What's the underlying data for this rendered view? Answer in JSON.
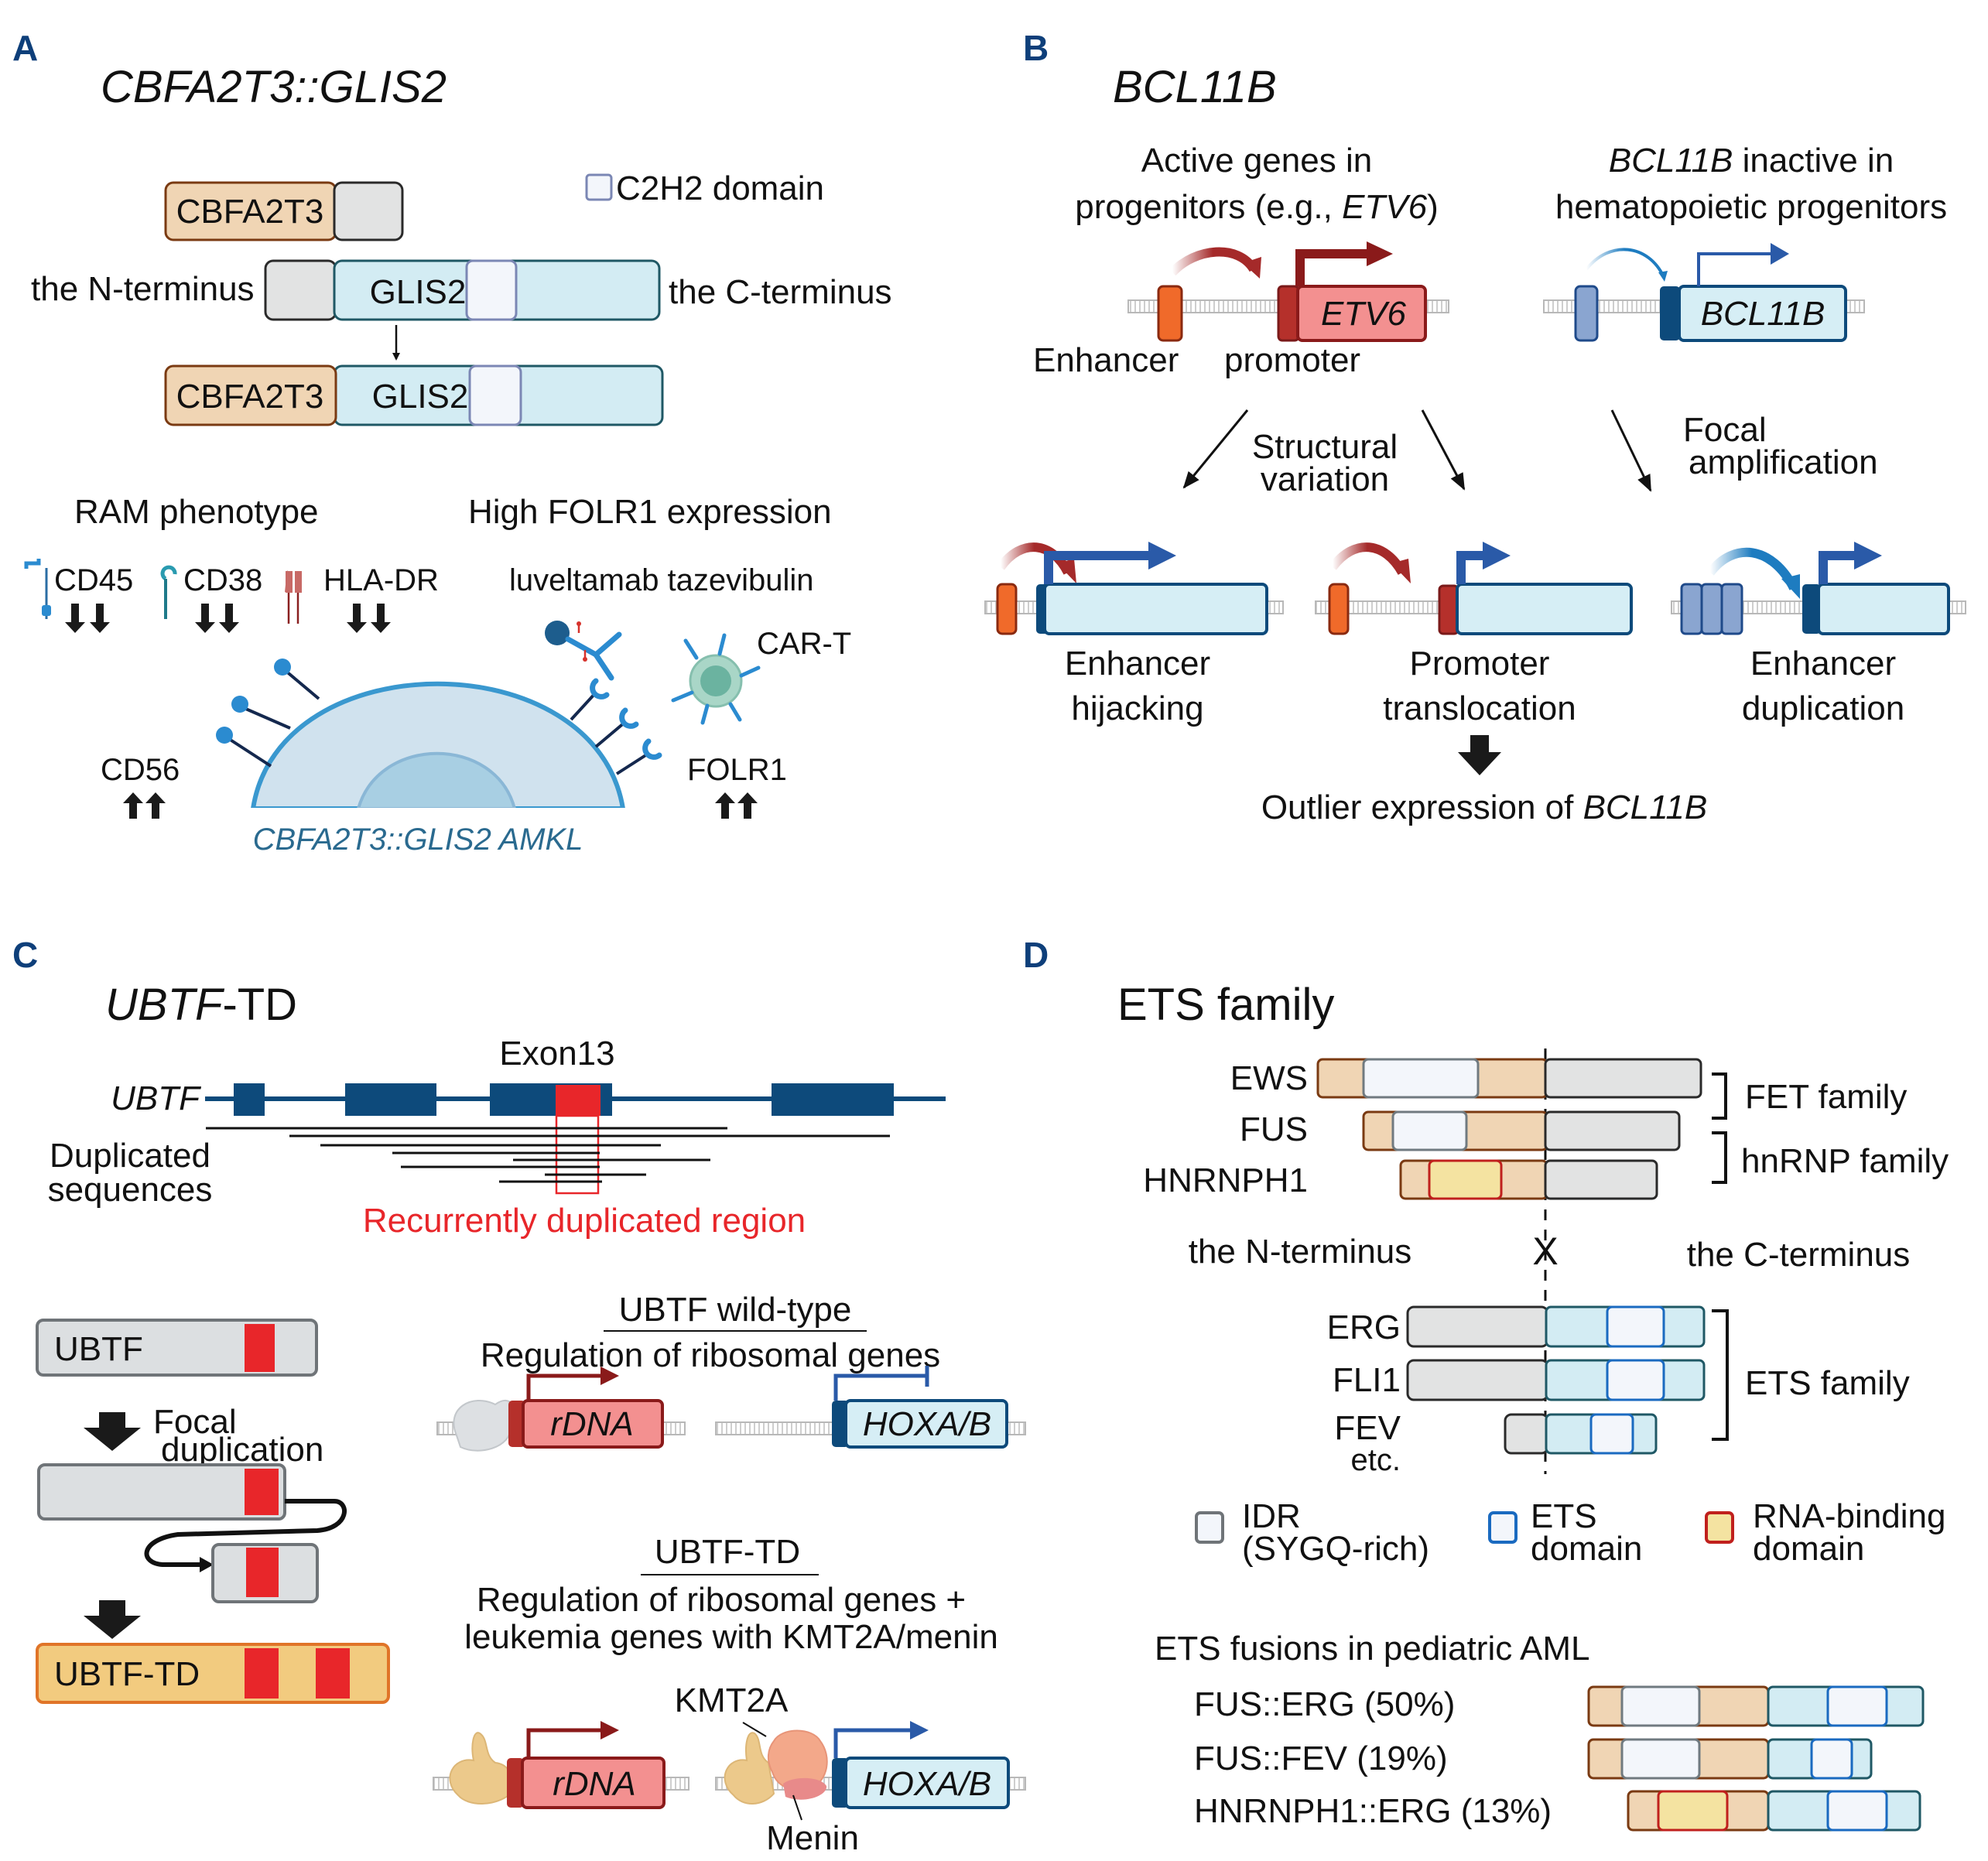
{
  "colors": {
    "panel_letter": "#0e3f7a",
    "cbfa_fill": "#f0d5b4",
    "cbfa_stroke": "#7a3a12",
    "idr_fill": "#e2e3e3",
    "idr_stroke": "#2a2a2a",
    "glis_fill": "#d3ecf3",
    "glis_stroke": "#1f5865",
    "c2h2_fill": "#f3f6fb",
    "c2h2_stroke": "#7b87b4",
    "enhancer_orange": "#f06a2a",
    "promoter_red": "#b5302b",
    "etv6_fill": "#f39090",
    "dark_blue": "#0d4a7b",
    "light_blue_gene": "#d6eef5",
    "arrow_blue": "#2a5aa8",
    "duplication_red": "#e8262a",
    "ubtf_td_fill": "#f2cb7f",
    "ubtf_td_stroke": "#e07428",
    "ets_stroke": "#1a6ac0",
    "rna_fill": "#f4e3a1",
    "rna_stroke": "#c0201d",
    "cell_fill": "#d0e2ee",
    "cell_stroke": "#3a98cf",
    "nucleus_fill": "#a8cfe3"
  },
  "panelA": {
    "letter": "A",
    "title": "CBFA2T3::GLIS2",
    "legend_c2h2": "C2H2 domain",
    "cbfa2t3": "CBFA2T3",
    "glis2": "GLIS2",
    "n_terminus": "the N-terminus",
    "c_terminus": "the C-terminus",
    "ram_phenotype": "RAM phenotype",
    "folr1_expression": "High FOLR1 expression",
    "cd45": "CD45",
    "cd38": "CD38",
    "hla_dr": "HLA-DR",
    "drug": "luveltamab tazevibulin",
    "car_t": "CAR-T",
    "cd56": "CD56",
    "folr1": "FOLR1",
    "cell_label": "CBFA2T3::GLIS2 AMKL"
  },
  "panelB": {
    "letter": "B",
    "title": "BCL11B",
    "active_line1": "Active genes in",
    "active_line2_pre": "progenitors (e.g., ",
    "active_line2_gene": "ETV6",
    "active_line2_post": ")",
    "inactive_line1_gene": "BCL11B",
    "inactive_line1_post": " inactive in",
    "inactive_line2": "hematopoietic progenitors",
    "etv6": "ETV6",
    "bcl11b": "BCL11B",
    "enhancer": "Enhancer",
    "promoter": "promoter",
    "structural_1": "Structural",
    "structural_2": "variation",
    "focal_1": "Focal",
    "focal_2": "amplification",
    "mech1_1": "Enhancer",
    "mech1_2": "hijacking",
    "mech2_1": "Promoter",
    "mech2_2": "translocation",
    "mech3_1": "Enhancer",
    "mech3_2": "duplication",
    "outcome_pre": "Outlier expression of ",
    "outcome_gene": "BCL11B"
  },
  "panelC": {
    "letter": "C",
    "title_gene": "UBTF",
    "title_suffix": "-TD",
    "exon_label": "Exon13",
    "gene_label": "UBTF",
    "dup_seq_1": "Duplicated",
    "dup_seq_2": "sequences",
    "recurrent_region": "Recurrently duplicated region",
    "ubtf_box": "UBTF",
    "focal_1": "Focal",
    "focal_2": "duplication",
    "ubtf_td_box": "UBTF-TD",
    "wt_heading": "UBTF wild-type",
    "wt_desc": "Regulation of ribosomal genes",
    "td_heading": "UBTF-TD",
    "td_desc_1": "Regulation of ribosomal genes +",
    "td_desc_2": "leukemia genes with KMT2A/menin",
    "rdna": "rDNA",
    "hoxa_b": "HOXA/B",
    "kmt2a": "KMT2A",
    "menin": "Menin"
  },
  "panelD": {
    "letter": "D",
    "title": "ETS family",
    "n_partners": [
      "EWS",
      "FUS",
      "HNRNPH1"
    ],
    "fet_family": "FET family",
    "hnrnp_family": "hnRNP family",
    "n_terminus": "the N-terminus",
    "cross": "X",
    "c_terminus": "the C-terminus",
    "c_partners": [
      "ERG",
      "FLI1",
      "FEV"
    ],
    "etc": "etc.",
    "ets_family": "ETS family",
    "legend": {
      "idr_1": "IDR",
      "idr_2": "(SYGQ-rich)",
      "ets_1": "ETS",
      "ets_2": "domain",
      "rna_1": "RNA-binding",
      "rna_2": "domain"
    },
    "fusions_title": "ETS fusions in pediatric AML",
    "fusions": [
      {
        "name": "FUS::ERG (50%)",
        "percent": 50
      },
      {
        "name": "FUS::FEV (19%)",
        "percent": 19
      },
      {
        "name": "HNRNPH1::ERG (13%)",
        "percent": 13
      }
    ]
  }
}
